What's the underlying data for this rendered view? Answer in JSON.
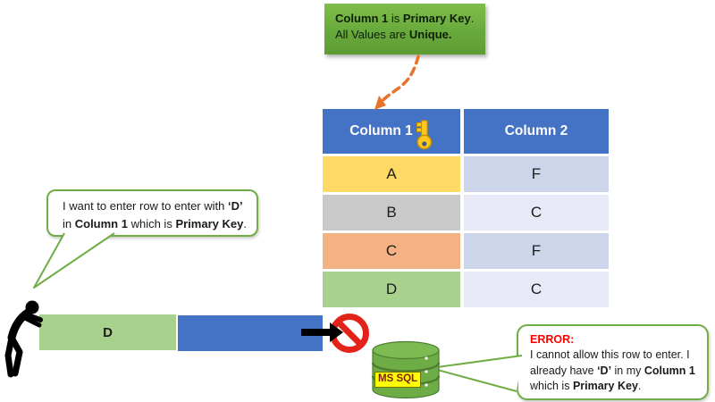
{
  "top_callout": {
    "l1a": "Column 1",
    "l1b": " is ",
    "l1c": "Primary Key",
    "l1d": ".",
    "l2a": "All Values are ",
    "l2b": "Unique."
  },
  "table": {
    "header": [
      {
        "label": "Column 1",
        "icon": "key-icon"
      },
      {
        "label": "Column 2"
      }
    ],
    "rows": [
      {
        "col1": "A",
        "col1_bg": "#FFD966",
        "col2": "F",
        "col2_bg": "#CDD5EA"
      },
      {
        "col1": "B",
        "col1_bg": "#C9C9C9",
        "col2": "C",
        "col2_bg": "#E7EAF6"
      },
      {
        "col1": "C",
        "col1_bg": "#F4B183",
        "col2": "F",
        "col2_bg": "#CDD5EA"
      },
      {
        "col1": "D",
        "col1_bg": "#A9D18E",
        "col2": "C",
        "col2_bg": "#E7EAF6"
      }
    ]
  },
  "left_bubble": {
    "l1a": "I want to enter row to enter with ",
    "l1b": "‘D’",
    "l2a": "in ",
    "l2b": "Column 1",
    "l2c": " which is ",
    "l2d": "Primary Key",
    "l2e": "."
  },
  "right_bubble": {
    "error_label": "ERROR:",
    "l1": "I cannot allow this row to enter. I",
    "l2a": "already have ",
    "l2b": "‘D’",
    "l2c": " in my ",
    "l2d": "Column 1",
    "l3a": "which is ",
    "l3b": "Primary Key",
    "l3c": "."
  },
  "inserted_row": {
    "col1": "D",
    "col1_bg": "#A9D18E",
    "col2": "",
    "col2_bg": "#4472C4"
  },
  "database": {
    "label": "MS SQL"
  },
  "icons": {
    "key": "key-icon",
    "person": "person-icon",
    "prohibition": "prohibition-icon",
    "database": "database-icon",
    "black_arrow": "black-arrow-icon",
    "dashed_arrow": "dashed-arrow-icon"
  },
  "colors": {
    "header_blue": "#4472C4",
    "callout_green_top": "#7FBE4B",
    "callout_green_bottom": "#5D9C33",
    "bubble_border_green": "#70AD47",
    "dashed_arrow_orange": "#E8732C",
    "prohibition_red": "#E3231A",
    "error_text_red": "#FF0000",
    "key_gold": "#FFC81E",
    "db_green": "#6EAC45",
    "db_label_bg": "#FFFF00",
    "db_label_text": "#7E1D11"
  }
}
